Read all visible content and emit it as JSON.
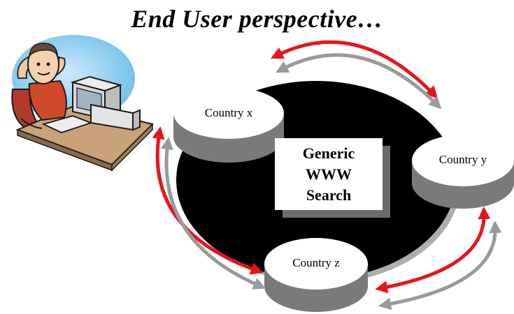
{
  "title": "End User perspective…",
  "nodes": {
    "x": "Country x",
    "y": "Country y",
    "z": "Country z"
  },
  "center": {
    "line1": "Generic",
    "line2": "WWW",
    "line3": "Search"
  },
  "colors": {
    "arrow_red": "#e8141b",
    "arrow_gray": "#9a9a9a",
    "hub": "#000000",
    "shadow": "#6b6b6b",
    "monitor": "#d8d8d8",
    "desk": "#c9a27a",
    "sky": "#7ec8f0"
  },
  "icons": {
    "user": "end-user-at-computer-icon"
  }
}
